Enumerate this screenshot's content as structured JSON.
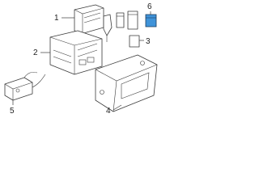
{
  "diagram": {
    "callouts": [
      {
        "id": "1",
        "label": "1"
      },
      {
        "id": "2",
        "label": "2"
      },
      {
        "id": "3",
        "label": "3"
      },
      {
        "id": "4",
        "label": "4"
      },
      {
        "id": "5",
        "label": "5"
      },
      {
        "id": "6",
        "label": "6"
      }
    ],
    "colors": {
      "line": "#3a3a3a",
      "highlight_fill": "#3f93d9",
      "text": "#222222"
    },
    "highlighted_part": "6"
  }
}
